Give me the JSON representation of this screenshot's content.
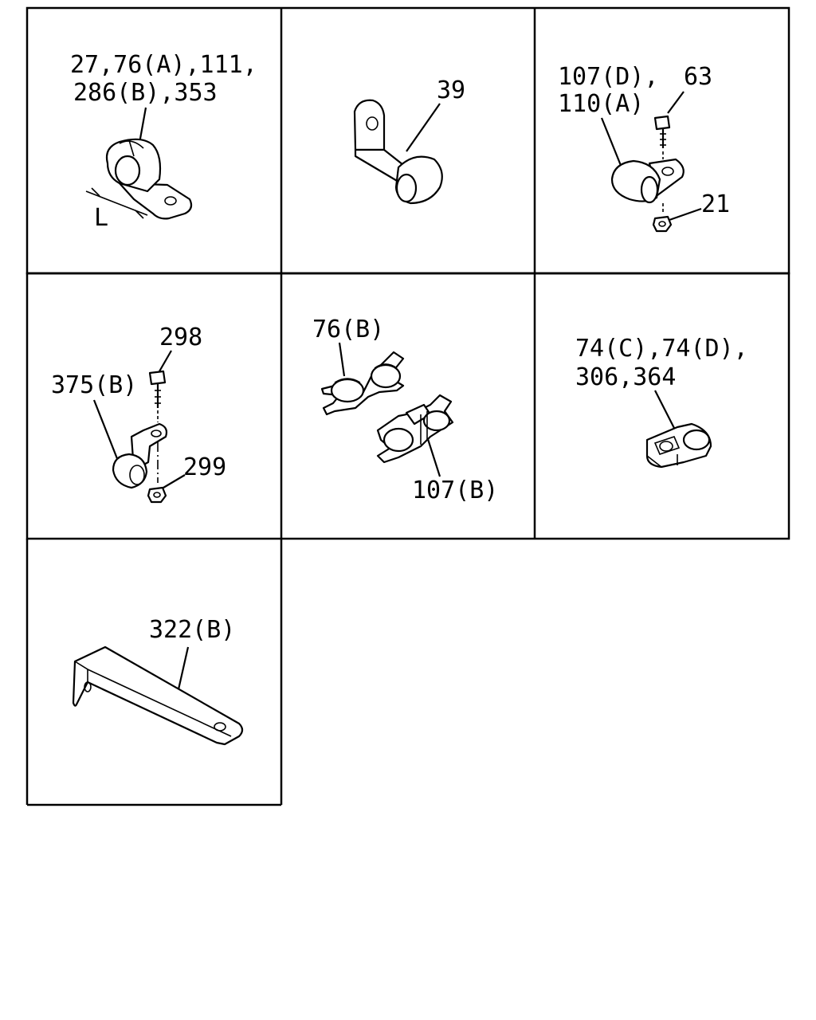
{
  "cells": [
    {
      "id": "cell-1",
      "lines": [
        "27,76(A),111,",
        "286(B),353"
      ],
      "dimension_label": "L"
    },
    {
      "id": "cell-2",
      "lines": [
        "39"
      ]
    },
    {
      "id": "cell-3",
      "lines": [
        "107(D),",
        "110(A)"
      ],
      "extra": [
        "63",
        "21"
      ]
    },
    {
      "id": "cell-4",
      "lines": [
        "375(B)"
      ],
      "extra": [
        "298",
        "299"
      ]
    },
    {
      "id": "cell-5",
      "lines": [
        "76(B)"
      ],
      "extra": [
        "107(B)"
      ]
    },
    {
      "id": "cell-6",
      "lines": [
        "74(C),74(D),",
        "306,364"
      ]
    },
    {
      "id": "cell-7",
      "lines": [
        "322(B)"
      ]
    }
  ]
}
